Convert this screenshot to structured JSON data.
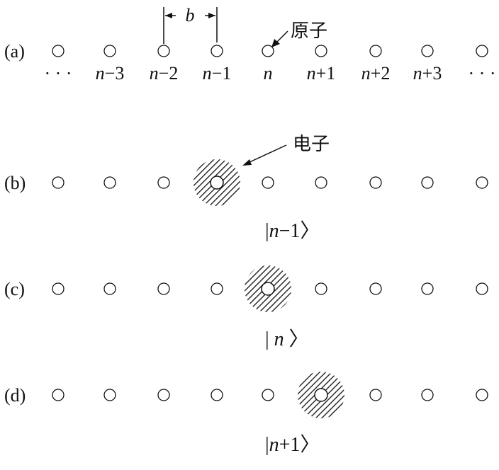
{
  "rows": [
    {
      "label": "(a)",
      "electron_site": null,
      "state": null
    },
    {
      "label": "(b)",
      "electron_site": 3,
      "state": {
        "pre": "|",
        "n": "n",
        "suffix": "−1",
        "post": "〉"
      }
    },
    {
      "label": "(c)",
      "electron_site": 4,
      "state": {
        "pre": "| ",
        "n": "n",
        "suffix": " ",
        "post": "〉"
      }
    },
    {
      "label": "(d)",
      "electron_site": 5,
      "state": {
        "pre": "|",
        "n": "n",
        "suffix": "+1",
        "post": "〉"
      }
    }
  ],
  "site_labels": [
    {
      "n": "",
      "suffix": "· · ·"
    },
    {
      "n": "n",
      "suffix": "−3"
    },
    {
      "n": "n",
      "suffix": "−2"
    },
    {
      "n": "n",
      "suffix": "−1"
    },
    {
      "n": "n",
      "suffix": ""
    },
    {
      "n": "n",
      "suffix": "+1"
    },
    {
      "n": "n",
      "suffix": "+2"
    },
    {
      "n": "n",
      "suffix": "+3"
    },
    {
      "n": "",
      "suffix": "· · ·"
    }
  ],
  "spacing_label": "b",
  "atom_label": "原子",
  "electron_label": "电子",
  "colors": {
    "ink": "#111111",
    "background": "#ffffff"
  }
}
